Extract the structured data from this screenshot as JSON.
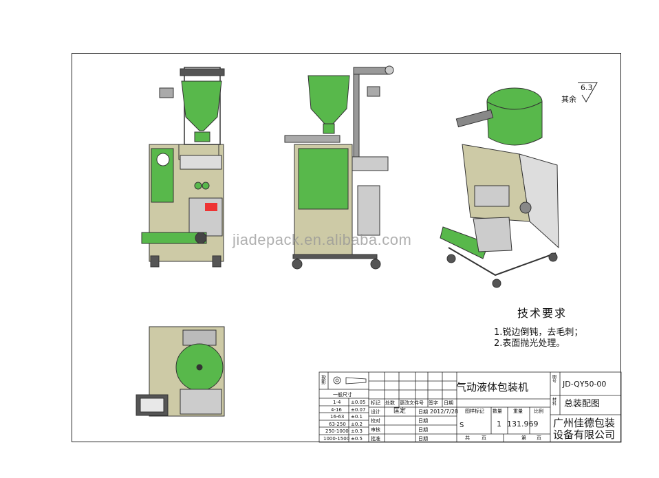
{
  "watermark": "jiadepack.en.alibaba.com",
  "roughness": {
    "remaining": "其余",
    "value": "6.3"
  },
  "tech": {
    "title": "技术要求",
    "lines": [
      "1.锐边倒钝，去毛刺；",
      "2.表面抛光处理。"
    ]
  },
  "title_block": {
    "projection": "投影",
    "general_tol": "一般尺寸",
    "tol_rows": [
      {
        "range": "1-4",
        "tol": "±0.05"
      },
      {
        "range": "4-16",
        "tol": "±0.07"
      },
      {
        "range": "16-63",
        "tol": "±0.1"
      },
      {
        "range": "63-250",
        "tol": "±0.2"
      },
      {
        "range": "250-1000",
        "tol": "±0.3"
      },
      {
        "range": "1000-1500",
        "tol": "±0.5"
      }
    ],
    "rev_headers": [
      "标记",
      "处数",
      "更改文件号",
      "签字",
      "日期"
    ],
    "design": "设计",
    "designer": "匡定",
    "date_label": "日期",
    "date": "2012/7/28",
    "check": "校对",
    "review": "审核",
    "approve": "批准",
    "machine_name": "气动液体包装机",
    "stage_mark": "图样标记",
    "quantity": "数量",
    "weight": "重量",
    "scale": "比例",
    "stage_value": "S",
    "quantity_value": "1",
    "weight_value": "131.969",
    "total": "共",
    "page": "页",
    "sheet": "第",
    "drawing_no_label": "图号",
    "drawing_no": "JD-QY50-00",
    "material_label": "材料",
    "drawing_name": "总装配图",
    "company_1": "广州佳德包装",
    "company_2": "设备有限公司"
  },
  "colors": {
    "machine": "#cdcaa6",
    "hopper": "#58b84b",
    "outline": "#333333"
  }
}
